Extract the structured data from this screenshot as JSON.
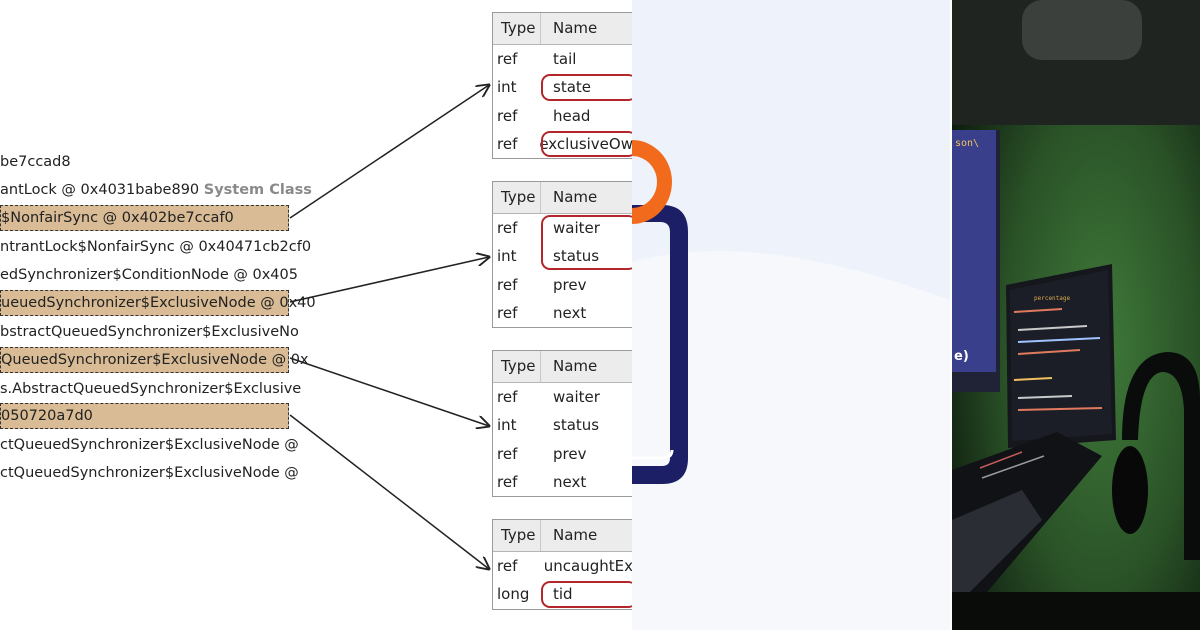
{
  "heap_list": {
    "lines": [
      {
        "text": "be7ccad8"
      },
      {
        "text": "antLock @ 0x4031babe890 ",
        "badge": "System Class"
      },
      {
        "text": "$NonfairSync @ 0x402be7ccaf0"
      },
      {
        "text": "ntrantLock$NonfairSync @ 0x40471cb2cf0"
      },
      {
        "text": "edSynchronizer$ConditionNode @ 0x405"
      },
      {
        "text": "ueuedSynchronizer$ExclusiveNode @ 0x40"
      },
      {
        "text": "bstractQueuedSynchronizer$ExclusiveNo"
      },
      {
        "text": "QueuedSynchronizer$ExclusiveNode @ 0x"
      },
      {
        "text": "s.AbstractQueuedSynchronizer$Exclusive"
      },
      {
        "text": "050720a7d0"
      },
      {
        "text": "ctQueuedSynchronizer$ExclusiveNode @"
      },
      {
        "text": "ctQueuedSynchronizer$ExclusiveNode @"
      }
    ]
  },
  "object_tables": [
    {
      "header": {
        "type": "Type",
        "name": "Name"
      },
      "rows": [
        {
          "type": "ref",
          "name": "tail"
        },
        {
          "type": "int",
          "name": "state"
        },
        {
          "type": "ref",
          "name": "head"
        },
        {
          "type": "ref",
          "name": "exclusiveOw"
        }
      ]
    },
    {
      "header": {
        "type": "Type",
        "name": "Name"
      },
      "rows": [
        {
          "type": "ref",
          "name": "waiter"
        },
        {
          "type": "int",
          "name": "status"
        },
        {
          "type": "ref",
          "name": "prev"
        },
        {
          "type": "ref",
          "name": "next"
        }
      ]
    },
    {
      "header": {
        "type": "Type",
        "name": "Name"
      },
      "rows": [
        {
          "type": "ref",
          "name": "waiter"
        },
        {
          "type": "int",
          "name": "status"
        },
        {
          "type": "ref",
          "name": "prev"
        },
        {
          "type": "ref",
          "name": "next"
        }
      ]
    },
    {
      "header": {
        "type": "Type",
        "name": "Name"
      },
      "rows": [
        {
          "type": "ref",
          "name": "uncaughtEx"
        },
        {
          "type": "long",
          "name": "tid"
        }
      ]
    }
  ],
  "colors": {
    "highlight_row": "#d9bc95",
    "circle_mark": "#b3262b",
    "logo_orange": "#f26a1b",
    "logo_navy": "#1c1f66",
    "middle_background": "#eef3fb",
    "photo_green": "#2f5a2c"
  },
  "right_photo": {
    "screen_texts": [
      "son\\",
      "e)",
      "percentage"
    ]
  }
}
